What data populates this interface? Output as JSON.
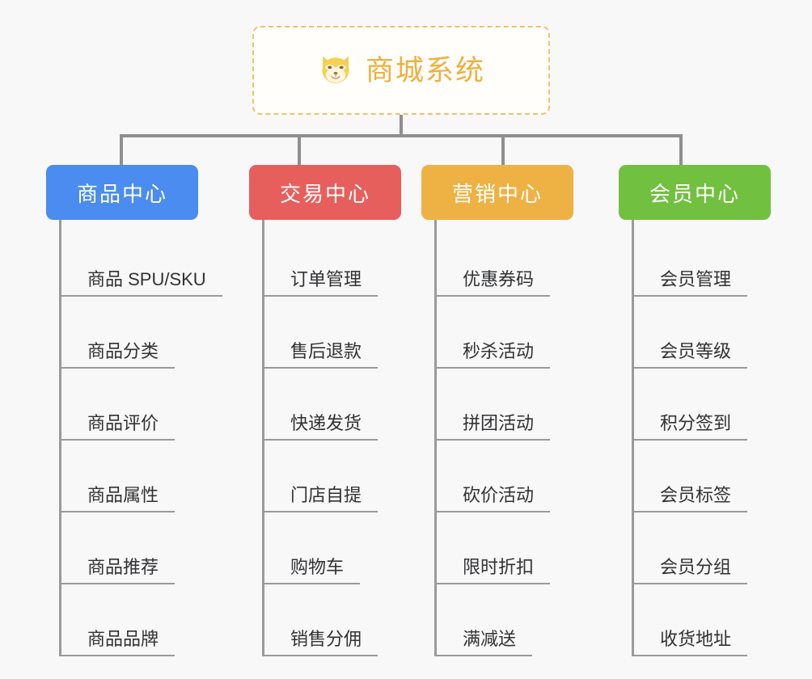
{
  "root": {
    "title": "商城系统",
    "icon": "shiba-dog-emoji",
    "border_color": "#f3c06a",
    "text_color": "#efb03d"
  },
  "connector_color": "#8f8f8f",
  "background_color": "#f8f8f8",
  "branches": [
    {
      "title": "商品中心",
      "color": "#4a8cf0",
      "items": [
        "商品 SPU/SKU",
        "商品分类",
        "商品评价",
        "商品属性",
        "商品推荐",
        "商品品牌"
      ]
    },
    {
      "title": "交易中心",
      "color": "#e75f5c",
      "items": [
        "订单管理",
        "售后退款",
        "快递发货",
        "门店自提",
        "购物车",
        "销售分佣"
      ]
    },
    {
      "title": "营销中心",
      "color": "#eeb143",
      "items": [
        "优惠券码",
        "秒杀活动",
        "拼团活动",
        "砍价活动",
        "限时折扣",
        "满减送"
      ]
    },
    {
      "title": "会员中心",
      "color": "#72c040",
      "items": [
        "会员管理",
        "会员等级",
        "积分签到",
        "会员标签",
        "会员分组",
        "收货地址"
      ]
    }
  ]
}
